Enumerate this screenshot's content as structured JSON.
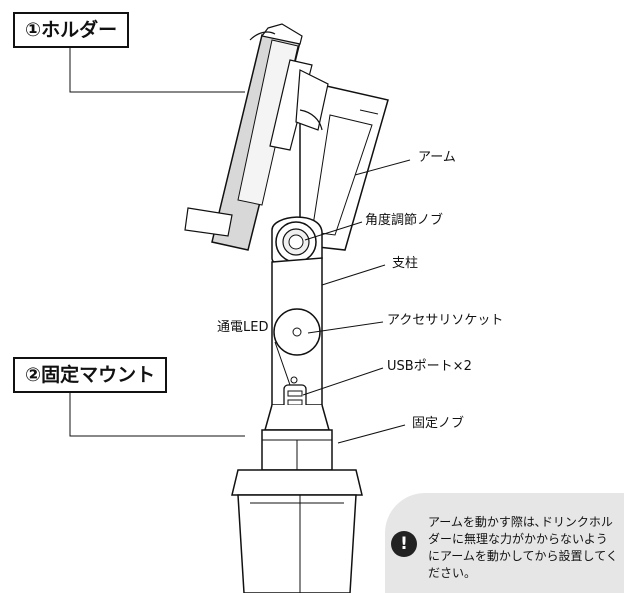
{
  "sections": {
    "holder": "①ホルダー",
    "mount": "②固定マウント"
  },
  "labels": {
    "arm": "アーム",
    "angle_knob": "角度調節ノブ",
    "pillar": "支柱",
    "accessory_socket": "アクセサリソケット",
    "power_led": "通電LED",
    "usb_ports": "USBポート×2",
    "fixing_knob": "固定ノブ"
  },
  "notice": {
    "icon": "exclamation-icon",
    "text": "アームを動かす際は､ドリンクホルダーに無理な力がかからないようにアームを動かしてから設置してください。"
  }
}
